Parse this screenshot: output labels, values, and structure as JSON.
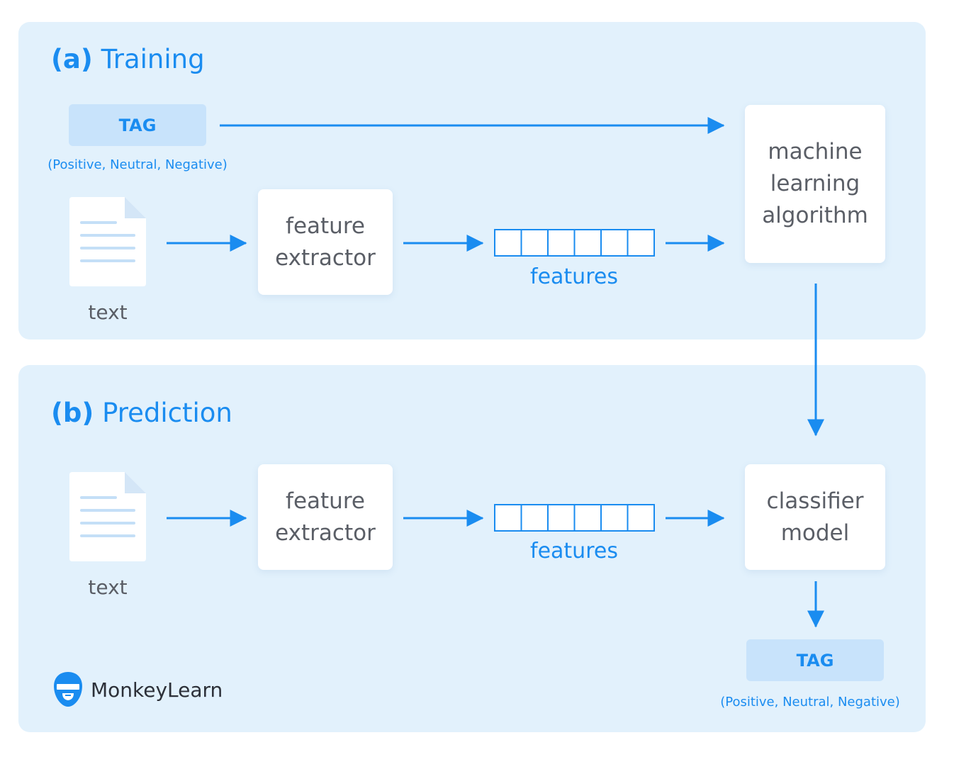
{
  "training": {
    "title_prefix": "(a)",
    "title_name": "Training",
    "tag_label": "TAG",
    "tag_options": "(Positive, Neutral, Negative)",
    "text_label": "text",
    "extractor_label": "feature\nextractor",
    "features_label": "features",
    "algorithm_label": "machine\nlearning\nalgorithm"
  },
  "prediction": {
    "title_prefix": "(b)",
    "title_name": "Prediction",
    "text_label": "text",
    "extractor_label": "feature\nextractor",
    "features_label": "features",
    "classifier_label": "classifier\nmodel",
    "tag_label": "TAG",
    "tag_options": "(Positive, Neutral, Negative)"
  },
  "brand": {
    "name": "MonkeyLearn"
  },
  "colors": {
    "accent": "#1a8cf0",
    "panel_bg": "#e2f1fc",
    "tag_bg": "#c8e3fb",
    "box_text": "#5a5e66"
  },
  "icons": {
    "document": "document-icon",
    "vector": "feature-vector-icon",
    "logo": "monkeylearn-logo-icon"
  }
}
